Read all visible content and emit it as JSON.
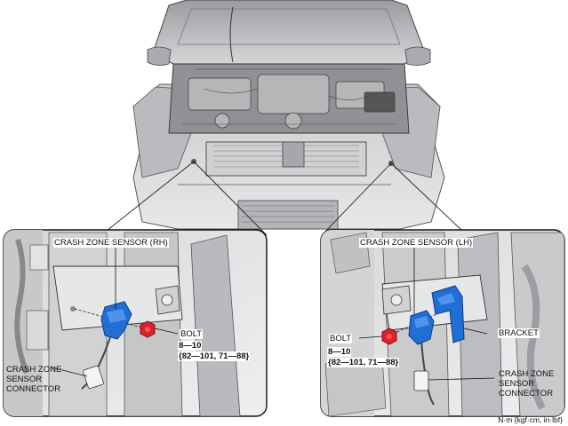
{
  "colors": {
    "sensor_blue": "#1f6fd6",
    "bolt_red": "#e0202a",
    "line_dark": "#2a2a2a",
    "metal_gray": "#bfc1c3"
  },
  "callouts": {
    "rh": {
      "sensor_label": "CRASH ZONE SENSOR (RH)",
      "bolt_label": "BOLT",
      "torque_line1": "8—10",
      "torque_line2": "{82—101, 71—88}",
      "connector_label": "CRASH ZONE\nSENSOR\nCONNECTOR"
    },
    "lh": {
      "sensor_label": "CRASH ZONE SENSOR (LH)",
      "bolt_label": "BOLT",
      "torque_line1": "8—10",
      "torque_line2": "{82—101, 71—88}",
      "bracket_label": "BRACKET",
      "connector_label": "CRASH ZONE\nSENSOR\nCONNECTOR"
    }
  },
  "unit_note": "N·m {kgf·cm, in·lbf}"
}
